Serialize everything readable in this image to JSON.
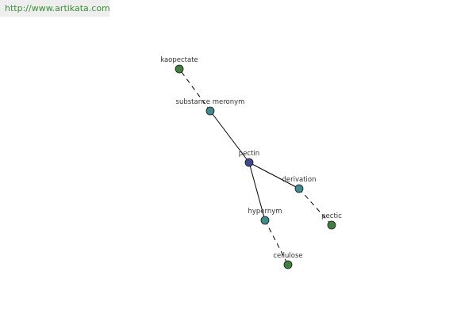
{
  "site": {
    "url": "http://www.artikata.com"
  },
  "colors": {
    "center_node": "#3b4a8e",
    "relation_node": "#3f8a8a",
    "word_node": "#3f7f3f",
    "edge": "#000000"
  },
  "graph": {
    "nodes": [
      {
        "id": "pectin",
        "label": "pectin",
        "kind": "center"
      },
      {
        "id": "substance-meronym",
        "label": "substance meronym",
        "kind": "relation"
      },
      {
        "id": "derivation",
        "label": "derivation",
        "kind": "relation"
      },
      {
        "id": "hypernym",
        "label": "hypernym",
        "kind": "relation"
      },
      {
        "id": "kaopectate",
        "label": "kaopectate",
        "kind": "word"
      },
      {
        "id": "pectic",
        "label": "pectic",
        "kind": "word"
      },
      {
        "id": "cellulose",
        "label": "cellulose",
        "kind": "word"
      }
    ],
    "edges": [
      {
        "from": "pectin",
        "to": "substance-meronym",
        "style": "solid"
      },
      {
        "from": "pectin",
        "to": "derivation",
        "style": "solid"
      },
      {
        "from": "pectin",
        "to": "hypernym",
        "style": "solid"
      },
      {
        "from": "substance-meronym",
        "to": "kaopectate",
        "style": "dashed"
      },
      {
        "from": "derivation",
        "to": "pectic",
        "style": "dashed"
      },
      {
        "from": "hypernym",
        "to": "cellulose",
        "style": "dashed"
      }
    ]
  }
}
